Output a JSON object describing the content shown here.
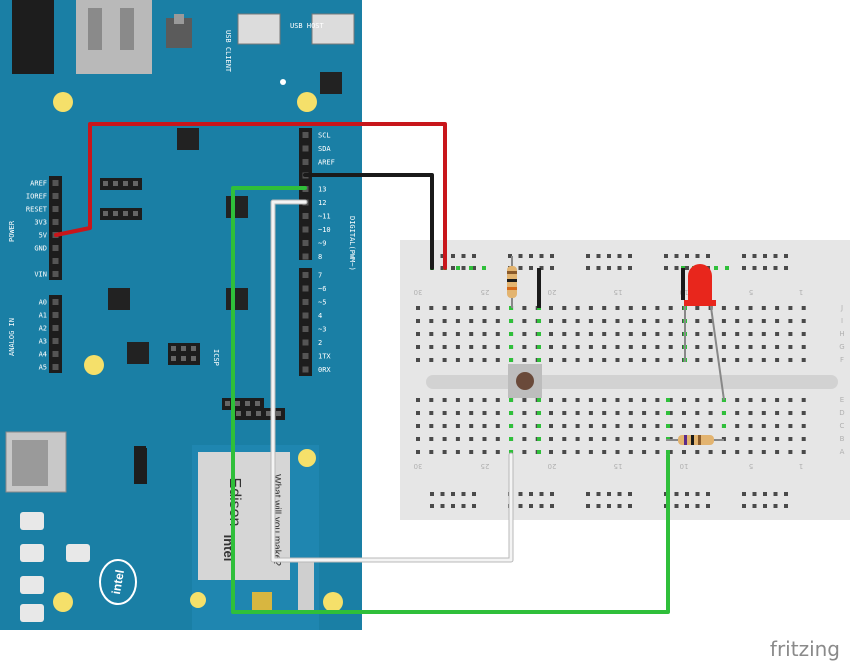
{
  "board": {
    "usb_client": "USB CLIENT",
    "usb_host": "USB HOST",
    "power_label": "POWER",
    "analog_label": "ANALOG IN",
    "digital_label": "DIGITAL(PWM~)",
    "module_brand": "intel",
    "module_name": "Edison",
    "module_tagline": "What will you make?",
    "logo_text": "intel",
    "icsp": "ICSP",
    "power_pins": [
      "AREF",
      "IOREF",
      "RESET",
      "3V3",
      "5V",
      "GND",
      "",
      "VIN"
    ],
    "analog_pins": [
      "A0",
      "A1",
      "A2",
      "A3",
      "A4",
      "A5"
    ],
    "top_pins": [
      "SCL",
      "SDA",
      "AREF",
      "",
      "13",
      "12",
      "~11",
      "~10",
      "~9",
      "8"
    ],
    "lower_pins": [
      "7",
      "~6",
      "~5",
      "4",
      "~3",
      "2",
      "1TX",
      "0RX"
    ]
  },
  "breadboard": {
    "column_numbers": [
      "30",
      "25",
      "20",
      "15",
      "10",
      "5",
      "1"
    ],
    "row_letters_top": [
      "J",
      "I",
      "H",
      "G",
      "F"
    ],
    "row_letters_bottom": [
      "E",
      "D",
      "C",
      "B",
      "A"
    ]
  },
  "watermark": "fritzing",
  "colors": {
    "board": "#1a7fa5",
    "board_dark": "#12637f",
    "wire_red": "#c8161b",
    "wire_black": "#1a1a1a",
    "wire_green": "#2fbf3a",
    "wire_white": "#f2f2f2",
    "breadboard": "#e6e6e6",
    "led": "#e8261c"
  }
}
